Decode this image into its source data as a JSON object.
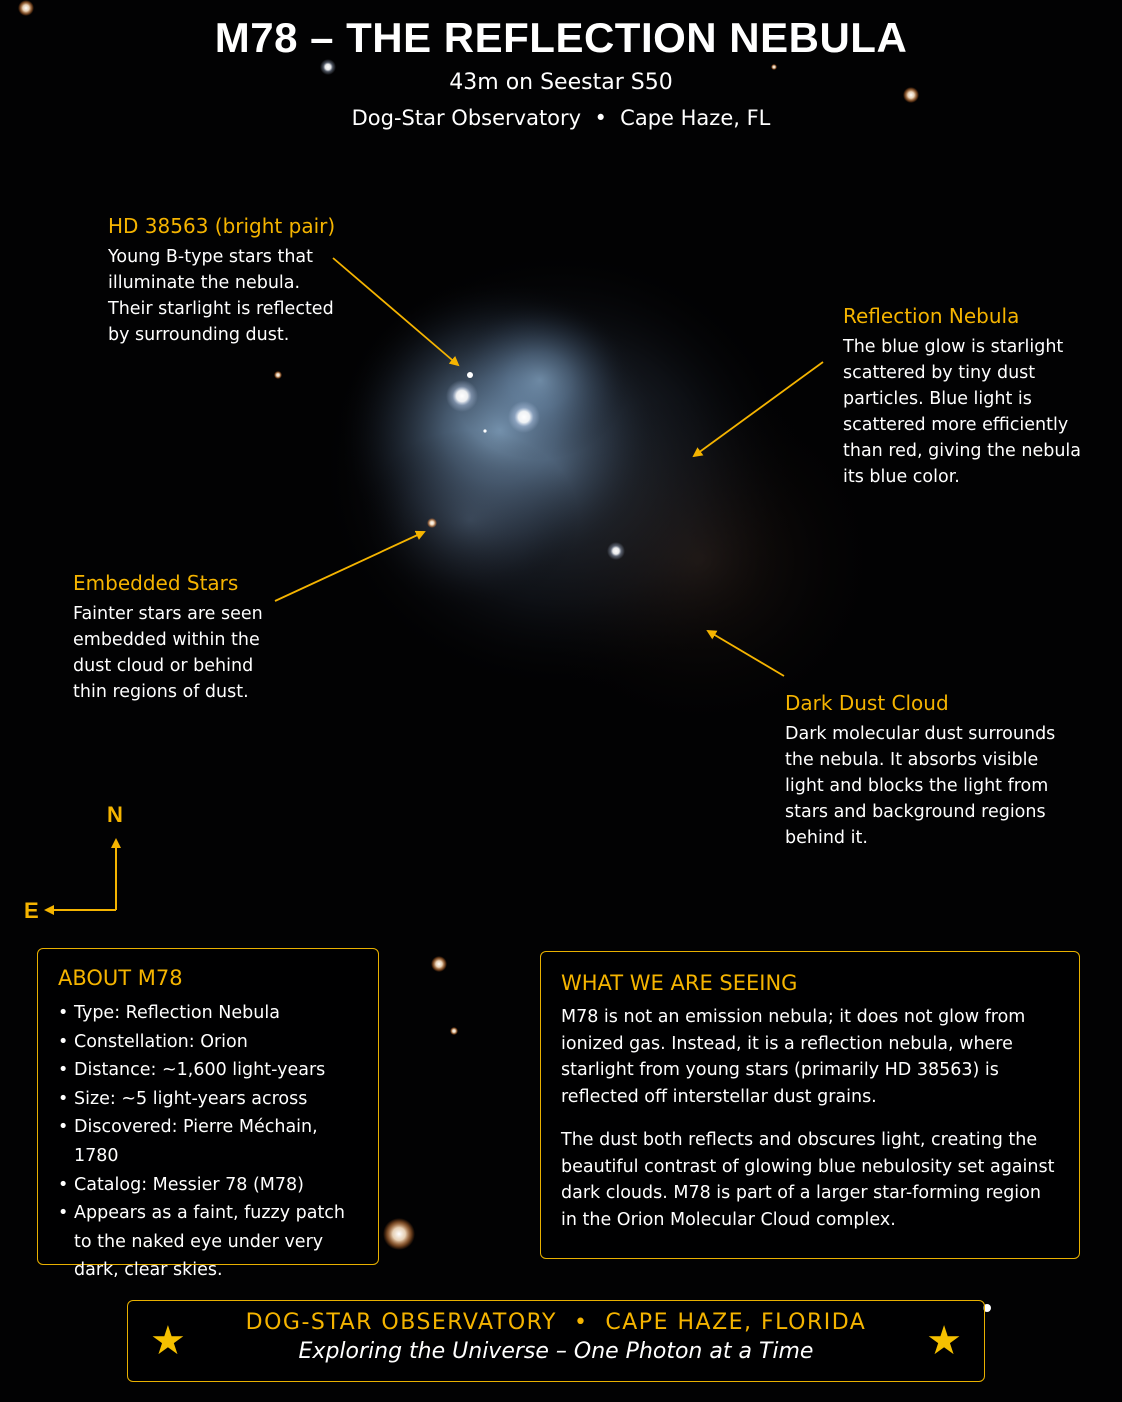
{
  "header": {
    "title": "M78 – THE REFLECTION NEBULA",
    "subtitle": "43m on Seestar S50",
    "location": "Dog-Star Observatory  •  Cape Haze, FL"
  },
  "annotations": {
    "hd38563": {
      "heading": "HD 38563 (bright pair)",
      "lines": [
        "Young B-type stars that",
        "illuminate the nebula.",
        "Their starlight is reflected",
        "by surrounding dust."
      ]
    },
    "reflection_nebula": {
      "heading": "Reflection Nebula",
      "lines": [
        "The blue glow is starlight",
        "scattered by tiny dust",
        "particles. Blue light is",
        "scattered more efficiently",
        "than red, giving the nebula",
        "its blue color."
      ]
    },
    "embedded_stars": {
      "heading": "Embedded Stars",
      "lines": [
        "Fainter stars are seen",
        "embedded within the",
        "dust cloud or behind",
        "thin regions of dust."
      ]
    },
    "dark_dust": {
      "heading": "Dark Dust Cloud",
      "lines": [
        "Dark molecular dust surrounds",
        "the nebula. It absorbs visible",
        "light and blocks the light from",
        "stars and background regions",
        "behind it."
      ]
    }
  },
  "compass": {
    "north": "N",
    "east": "E"
  },
  "about_box": {
    "heading": "ABOUT M78",
    "items": [
      "Type: Reflection Nebula",
      "Constellation: Orion",
      "Distance: ~1,600 light-years",
      "Size: ~5 light-years across",
      "Discovered: Pierre Méchain, 1780",
      "Catalog: Messier 78 (M78)",
      "Appears as a faint, fuzzy patch to the naked eye under very dark, clear skies."
    ]
  },
  "seeing_box": {
    "heading": "WHAT WE ARE SEEING",
    "paragraphs": [
      "M78 is not an emission nebula; it does not glow from ionized gas. Instead, it is a reflection nebula, where starlight from young stars (primarily HD 38563) is reflected off interstellar dust grains.",
      "The dust both reflects and obscures light, creating the beautiful contrast of glowing blue nebulosity set against dark clouds. M78 is part of a larger star-forming region in the Orion Molecular Cloud complex."
    ]
  },
  "footer": {
    "line1": "DOG-STAR OBSERVATORY  •  CAPE HAZE, FLORIDA",
    "line2": "Exploring the Universe – One Photon at a Time",
    "left_icon": "star-icon",
    "right_icon": "star-icon"
  },
  "colors": {
    "accent": "#f5b400",
    "background": "#020203",
    "text": "#ffffff",
    "nebula": "#7f9fbf"
  }
}
